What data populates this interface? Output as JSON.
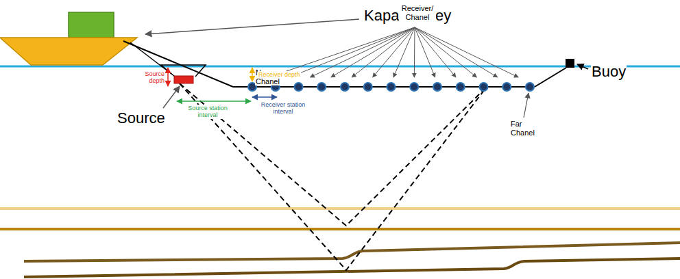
{
  "diagram": {
    "labels": [
      "Kapal survey",
      "Receiver/ Chanel",
      "Near Chanel",
      "Buoy",
      "Source depth",
      "Receiver depth",
      "Source",
      "Source station interval",
      "Receiver station interval",
      "Far Chanel"
    ]
  }
}
